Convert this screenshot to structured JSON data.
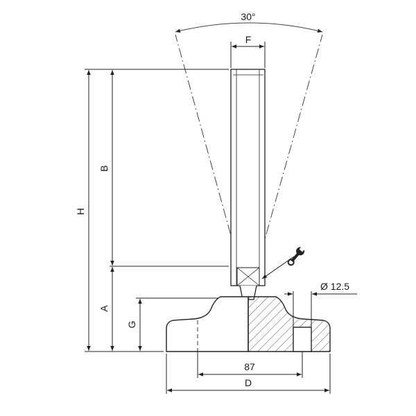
{
  "labels": {
    "angle": "30°",
    "thread": "F",
    "total_height": "H",
    "thread_length": "B",
    "base_height": "A",
    "base_thickness": "G",
    "hole_diameter": "Ø 12.5",
    "hole_spacing": "87",
    "base_diameter": "D"
  },
  "icons": {
    "wrench": "wrench-icon"
  }
}
